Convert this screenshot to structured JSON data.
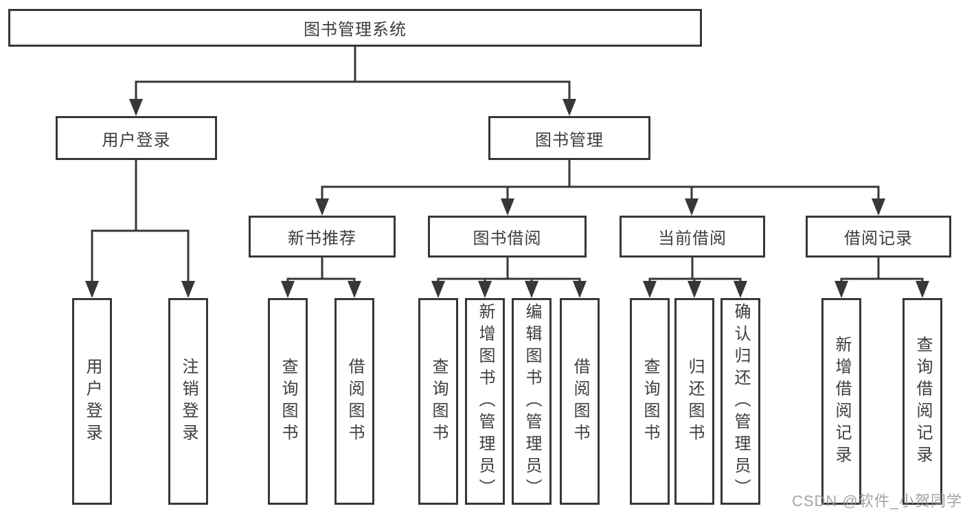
{
  "diagram": {
    "root": "图书管理系统",
    "level2": [
      {
        "label": "用户登录"
      },
      {
        "label": "图书管理"
      }
    ],
    "level3": [
      {
        "label": "新书推荐"
      },
      {
        "label": "图书借阅"
      },
      {
        "label": "当前借阅"
      },
      {
        "label": "借阅记录"
      }
    ],
    "leaves": {
      "user_login": [
        {
          "label": "用户登录"
        },
        {
          "label": "注销登录"
        }
      ],
      "new_book": [
        {
          "label": "查询图书"
        },
        {
          "label": "借阅图书"
        }
      ],
      "book_borrow": [
        {
          "label": "查询图书"
        },
        {
          "label": "新增图书（管理员）"
        },
        {
          "label": "编辑图书（管理员）"
        },
        {
          "label": "借阅图书"
        }
      ],
      "current_borrow": [
        {
          "label": "查询图书"
        },
        {
          "label": "归还图书"
        },
        {
          "label": "确认归还（管理员）"
        }
      ],
      "borrow_records": [
        {
          "label": "新增借阅记录"
        },
        {
          "label": "查询借阅记录"
        }
      ]
    }
  },
  "colors": {
    "line": "#373737",
    "text": "#3d3d3d",
    "watermark": "#949494"
  },
  "watermark": {
    "text": "CSDN @软件_小贺同学"
  }
}
